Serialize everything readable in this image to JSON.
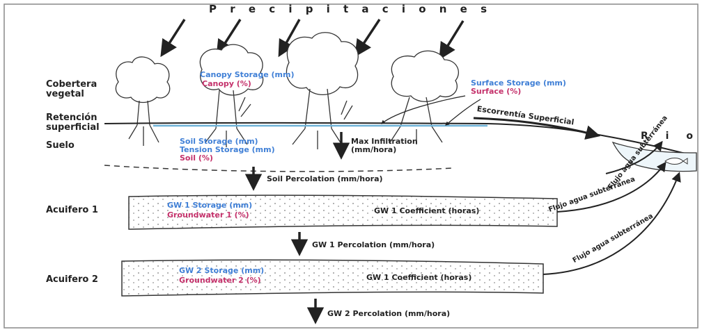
{
  "title": "P r e c i p i t a c i o n e s",
  "layers": {
    "cobertera": "Cobertera vegetal",
    "retencion": "Retención superficial",
    "suelo": "Suelo",
    "acuifero1": "Acuifero 1",
    "acuifero2": "Acuifero 2"
  },
  "canopy": {
    "storage": "Canopy Storage (mm)",
    "percent": "Canopy (%)"
  },
  "surface": {
    "storage": "Surface Storage (mm)",
    "percent": "Surface (%)"
  },
  "soil": {
    "storage": "Soil Storage (mm)",
    "tension": "Tension Storage (mm)",
    "percent": "Soil (%)"
  },
  "max_infiltration": "Max Infiltration (mm/hora)",
  "soil_percolation": "Soil Percolation (mm/hora)",
  "gw1": {
    "storage": "GW 1 Storage (mm)",
    "percent": "Groundwater 1 (%)",
    "coefficient": "GW 1 Coefficient (horas)",
    "percolation": "GW 1 Percolation (mm/hora)"
  },
  "gw2": {
    "storage": "GW 2 Storage (mm)",
    "percent": "Groundwater 2 (%)",
    "coefficient": "GW 1 Coefficient (horas)",
    "percolation": "GW 2 Percolation (mm/hora)"
  },
  "flows": {
    "escorrentia": "Escorrentía Superficial",
    "flujo1": "Flujo agua subterránea",
    "flujo2": "Flujo agua subterránea",
    "flujo3": "Flujo agua subterránea"
  },
  "rio": "R i o",
  "colors": {
    "blue_text": "#3f7fd6",
    "pink_text": "#c4306a",
    "water": "#6fb3d8",
    "ink": "#222222"
  }
}
